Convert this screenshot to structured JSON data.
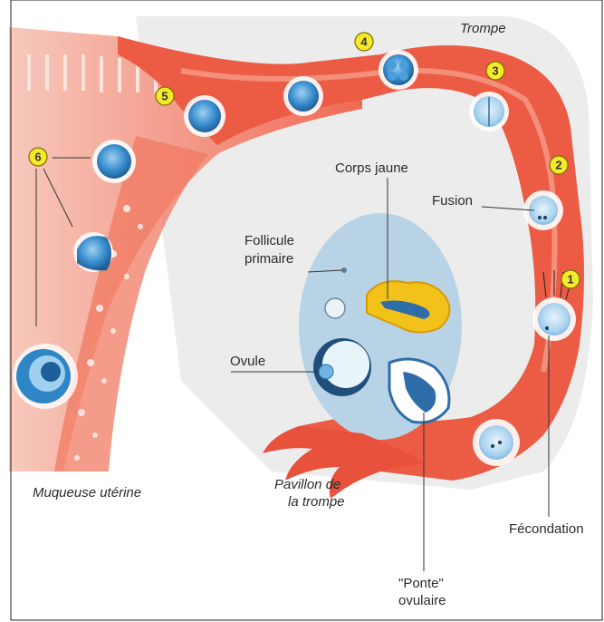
{
  "labels": {
    "trompe": "Trompe",
    "corps_jaune": "Corps jaune",
    "fusion": "Fusion",
    "follicule_line1": "Follicule",
    "follicule_line2": "primaire",
    "ovule": "Ovule",
    "muqueuse": "Muqueuse utérine",
    "pavillon_line1": "Pavillon de",
    "pavillon_line2": "la trompe",
    "fecondation": "Fécondation",
    "ponte_line1": "\"Ponte\"",
    "ponte_line2": "ovulaire"
  },
  "stage_markers": [
    "1",
    "2",
    "3",
    "4",
    "5",
    "6"
  ],
  "colors": {
    "tube": "#ef5a45",
    "tube_light": "#f6b6a6",
    "ovary": "#b9d3e6",
    "embryo": "#2f86c7",
    "corpus_luteum": "#f2c21b",
    "marker": "#f4ea2a"
  }
}
